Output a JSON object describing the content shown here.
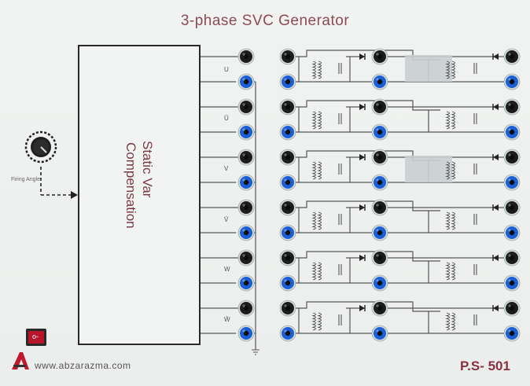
{
  "panel": {
    "title": "3-phase SVC Generator",
    "block_label": "Static Var\nCompensation",
    "block_label_line1": "Static Var",
    "block_label_line2": "Compensation",
    "knob_label": "Firing Angle",
    "switch_label": "o-",
    "brand_url": "www.abzarazma.com",
    "model": "P.S- 501",
    "phase_labels": [
      "U",
      "Ū",
      "V",
      "V̄",
      "W",
      "W̄"
    ],
    "colors": {
      "title": "#8c4a55",
      "model": "#8a3040",
      "terminal_black": "#1c1c1c",
      "terminal_blue": "#1a5fd6",
      "switch_red": "#b8142a",
      "logo_red": "#c0182c"
    }
  }
}
